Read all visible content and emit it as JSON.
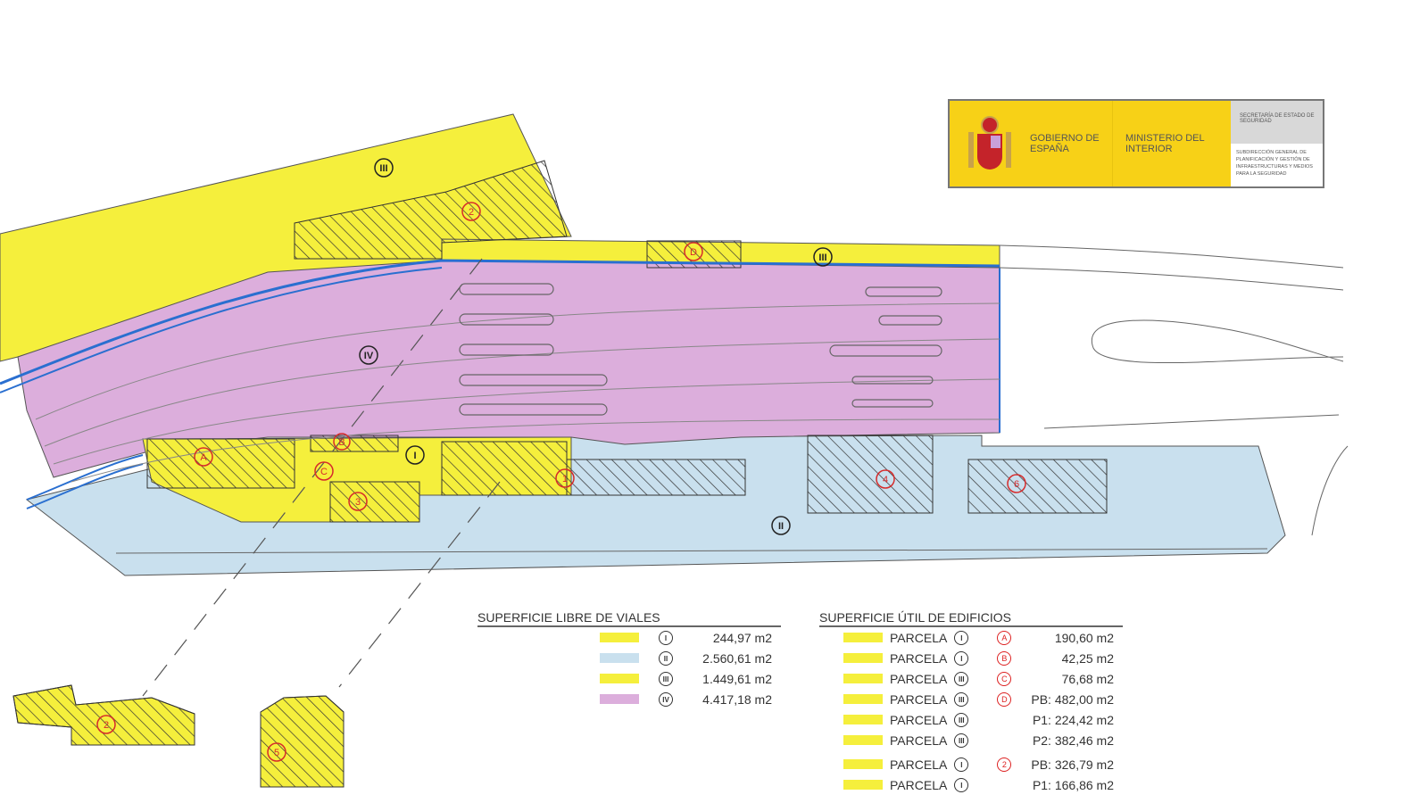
{
  "logo": {
    "gobierno": "GOBIERNO DE ESPAÑA",
    "ministerio": "MINISTERIO DEL INTERIOR",
    "secretaria": "SECRETARÍA DE ESTADO DE SEGURIDAD",
    "subdireccion": "SUBDIRECCIÓN GENERAL DE PLANIFICACIÓN Y GESTIÓN DE INFRAESTRUCTURAS Y MEDIOS PARA LA SEGURIDAD"
  },
  "map": {
    "zone_labels": [
      "I",
      "II",
      "III",
      "IV"
    ],
    "parcel_markers": [
      "A",
      "B",
      "C",
      "D",
      "1",
      "2",
      "3",
      "4",
      "5",
      "6"
    ]
  },
  "colors": {
    "yellow": "#f5ef3c",
    "blue": "#c9e0ee",
    "pink": "#dcaedc",
    "red": "#d62b2b"
  },
  "legend_viales": {
    "title": "SUPERFICIE LIBRE DE VIALES",
    "rows": [
      {
        "color": "#f5ef3c",
        "zone": "I",
        "area": "244,97 m2"
      },
      {
        "color": "#c9e0ee",
        "zone": "II",
        "area": "2.560,61 m2"
      },
      {
        "color": "#f5ef3c",
        "zone": "III",
        "area": "1.449,61 m2"
      },
      {
        "color": "#dcaedc",
        "zone": "IV",
        "area": "4.417,18 m2"
      }
    ]
  },
  "legend_edificios": {
    "title": "SUPERFICIE ÚTIL DE EDIFICIOS",
    "rows": [
      {
        "label": "PARCELA",
        "zone": "I",
        "parcel": "A",
        "area": "190,60 m2"
      },
      {
        "label": "PARCELA",
        "zone": "I",
        "parcel": "B",
        "area": "42,25 m2"
      },
      {
        "label": "PARCELA",
        "zone": "III",
        "parcel": "C",
        "area": "76,68 m2"
      },
      {
        "label": "PARCELA",
        "zone": "III",
        "parcel": "D",
        "area": "PB: 482,00 m2"
      },
      {
        "label": "PARCELA",
        "zone": "III",
        "parcel": "",
        "area": "P1: 224,42 m2"
      },
      {
        "label": "PARCELA",
        "zone": "III",
        "parcel": "",
        "area": "P2: 382,46 m2"
      },
      {
        "label": "PARCELA",
        "zone": "I",
        "parcel": "2",
        "area": "PB: 326,79 m2"
      },
      {
        "label": "PARCELA",
        "zone": "I",
        "parcel": "",
        "area": "P1: 166,86 m2"
      }
    ]
  }
}
